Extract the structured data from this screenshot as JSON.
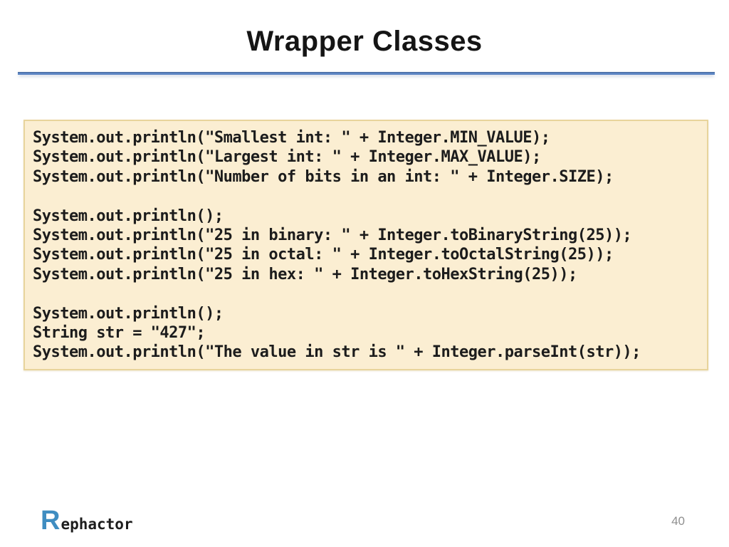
{
  "slide": {
    "title": "Wrapper Classes",
    "page_number": "40",
    "logo": {
      "initial": "R",
      "rest": "ephactor"
    }
  },
  "code": {
    "language": "java",
    "lines": [
      "System.out.println(\"Smallest int: \" + Integer.MIN_VALUE);",
      "System.out.println(\"Largest int: \" + Integer.MAX_VALUE);",
      "System.out.println(\"Number of bits in an int: \" + Integer.SIZE);",
      "",
      "System.out.println();",
      "System.out.println(\"25 in binary: \" + Integer.toBinaryString(25));",
      "System.out.println(\"25 in octal: \" + Integer.toOctalString(25));",
      "System.out.println(\"25 in hex: \" + Integer.toHexString(25));",
      "",
      "System.out.println();",
      "String str = \"427\";",
      "System.out.println(\"The value in str is \" + Integer.parseInt(str));"
    ]
  },
  "colors": {
    "accent_line": "#5b84c2",
    "code_box_bg": "#fbeed2",
    "code_box_border": "#e8d49c",
    "logo_blue": "#3f8dc1",
    "page_number_gray": "#8f8f8f",
    "code_text": "#1c1c1c"
  }
}
